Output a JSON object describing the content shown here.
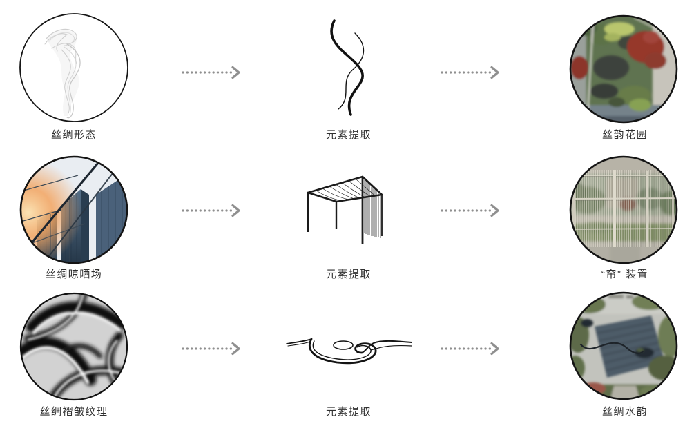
{
  "diagram": {
    "rows": [
      {
        "source_label": "丝绸形态",
        "extract_label": "元素提取",
        "result_label": "丝韵花园"
      },
      {
        "source_label": "丝绸晾晒场",
        "extract_label": "元素提取",
        "result_label": "“帘” 装置"
      },
      {
        "source_label": "丝绸褶皱纹理",
        "extract_label": "元素提取",
        "result_label": "丝绸水韵"
      }
    ],
    "arrow_color": "#8f8f8f",
    "label_color": "#2f2f2f",
    "circle_border_color": "#161616",
    "sketch_line_color": "#141414"
  }
}
